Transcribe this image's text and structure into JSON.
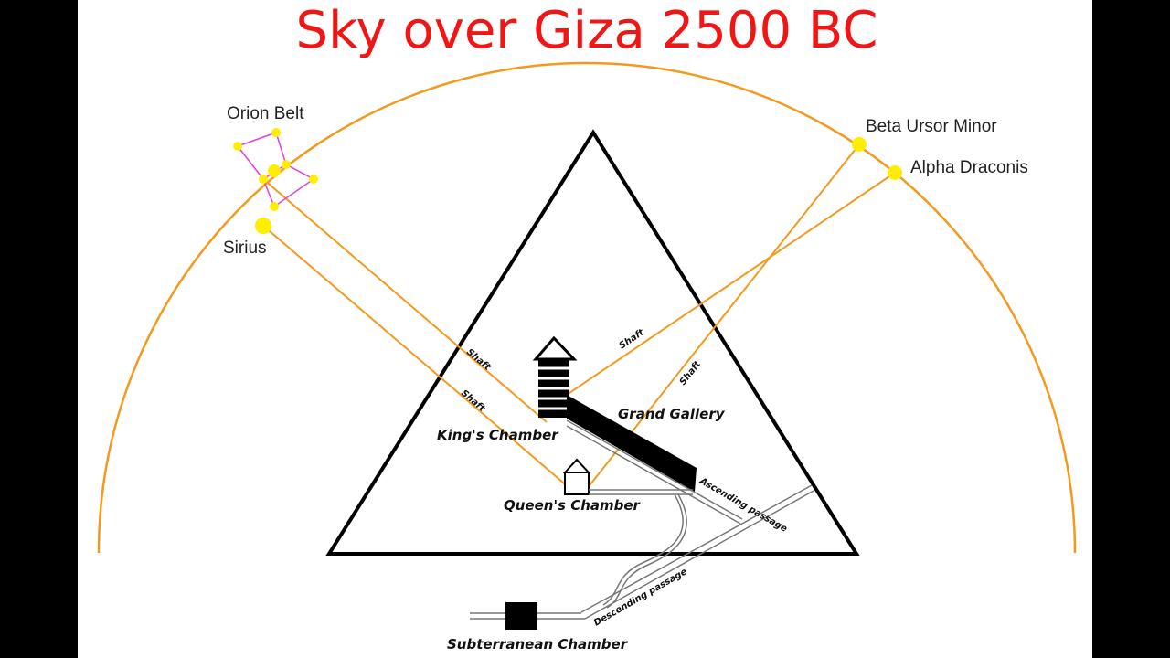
{
  "title": "Sky over Giza 2500 BC",
  "stars": {
    "orion_belt": "Orion Belt",
    "sirius": "Sirius",
    "beta_ursa_minor": "Beta Ursor Minor",
    "alpha_draconis": "Alpha Draconis"
  },
  "chambers": {
    "kings": "King's Chamber",
    "queens": "Queen's Chamber",
    "grand_gallery": "Grand Gallery",
    "subterranean": "Subterranean Chamber"
  },
  "passages": {
    "shaft": "Shaft",
    "ascending": "Ascending passage",
    "descending": "Descending passage"
  },
  "colors": {
    "title": "#f01616",
    "sky_arc": "#f39a1e",
    "shaft_lines": "#f39a1e",
    "stars": "#ffee00",
    "constellation": "#e040e0",
    "pyramid": "#000000"
  }
}
